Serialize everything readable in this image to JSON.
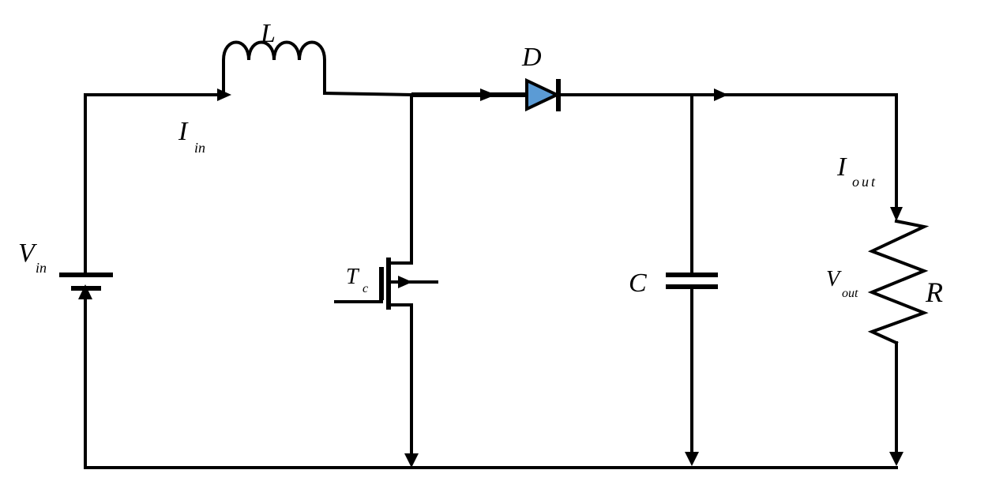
{
  "colors": {
    "wire": "#000000",
    "diode_fill": "#5b9bd5",
    "background": "#ffffff"
  },
  "labels": {
    "inductor": "L",
    "diode": "D",
    "input_current": {
      "main": "I",
      "sub": "in"
    },
    "input_voltage": {
      "main": "V",
      "sub": "in"
    },
    "transistor": {
      "main": "T",
      "sub": "c"
    },
    "capacitor": "C",
    "output_current": {
      "main": "I",
      "sub": "out"
    },
    "output_voltage": {
      "main": "V",
      "sub": "out"
    },
    "resistor": "R"
  }
}
